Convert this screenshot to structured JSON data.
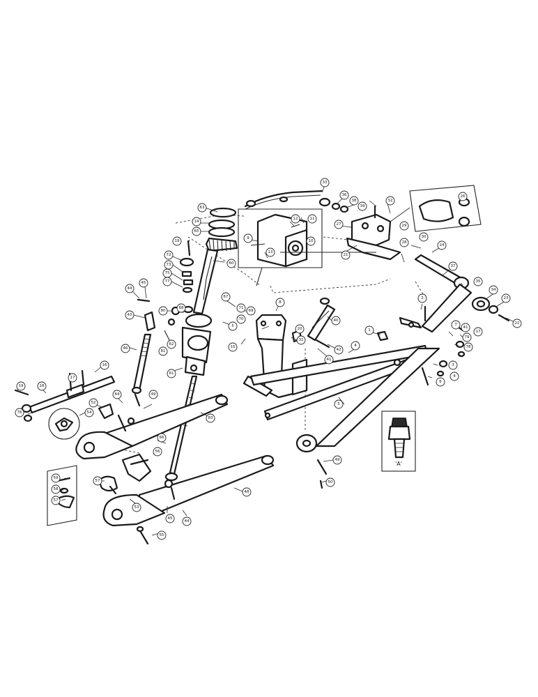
{
  "diagram": {
    "inset_label": "'A'",
    "callouts": [
      {
        "id": "c33",
        "text": "33"
      },
      {
        "id": "c36",
        "text": "36"
      },
      {
        "id": "c38",
        "text": "38"
      },
      {
        "id": "c39",
        "text": "39"
      },
      {
        "id": "c32",
        "text": "32"
      },
      {
        "id": "c26",
        "text": "26"
      },
      {
        "id": "c27",
        "text": "27"
      },
      {
        "id": "c29",
        "text": "29"
      },
      {
        "id": "c28",
        "text": "28"
      },
      {
        "id": "c21",
        "text": "21"
      },
      {
        "id": "c30",
        "text": "30"
      },
      {
        "id": "c24",
        "text": "24"
      },
      {
        "id": "c37",
        "text": "37"
      },
      {
        "id": "c35",
        "text": "35"
      },
      {
        "id": "c34",
        "text": "34"
      },
      {
        "id": "c23",
        "text": "23"
      },
      {
        "id": "c22",
        "text": "22"
      },
      {
        "id": "c2",
        "text": "2"
      },
      {
        "id": "c63",
        "text": "63"
      },
      {
        "id": "c14",
        "text": "14"
      },
      {
        "id": "c65",
        "text": "65"
      },
      {
        "id": "c19",
        "text": "19"
      },
      {
        "id": "c60",
        "text": "60"
      },
      {
        "id": "c9",
        "text": "9"
      },
      {
        "id": "c11",
        "text": "11"
      },
      {
        "id": "c10",
        "text": "10"
      },
      {
        "id": "c12",
        "text": "12"
      },
      {
        "id": "c13",
        "text": "13"
      },
      {
        "id": "c72",
        "text": "72"
      },
      {
        "id": "c73",
        "text": "73"
      },
      {
        "id": "c75",
        "text": "75"
      },
      {
        "id": "c77",
        "text": "77"
      },
      {
        "id": "c44",
        "text": "44"
      },
      {
        "id": "c45",
        "text": "45"
      },
      {
        "id": "c43",
        "text": "43"
      },
      {
        "id": "c80",
        "text": "80"
      },
      {
        "id": "c68",
        "text": "68"
      },
      {
        "id": "c67",
        "text": "67"
      },
      {
        "id": "c5a",
        "text": "5"
      },
      {
        "id": "c69",
        "text": "69"
      },
      {
        "id": "c70",
        "text": "70"
      },
      {
        "id": "c71",
        "text": "71"
      },
      {
        "id": "c62",
        "text": "62"
      },
      {
        "id": "c81",
        "text": "81"
      },
      {
        "id": "c61",
        "text": "61"
      },
      {
        "id": "c46",
        "text": "46"
      },
      {
        "id": "c15",
        "text": "15"
      },
      {
        "id": "c8",
        "text": "8"
      },
      {
        "id": "c20",
        "text": "20"
      },
      {
        "id": "c31",
        "text": "31"
      },
      {
        "id": "c40",
        "text": "40"
      },
      {
        "id": "c42",
        "text": "42"
      },
      {
        "id": "c41a",
        "text": "41"
      },
      {
        "id": "c4",
        "text": "4"
      },
      {
        "id": "c1",
        "text": "1"
      },
      {
        "id": "c7",
        "text": "7"
      },
      {
        "id": "c79",
        "text": "79"
      },
      {
        "id": "c78",
        "text": "78"
      },
      {
        "id": "c41b",
        "text": "41"
      },
      {
        "id": "c17a",
        "text": "17"
      },
      {
        "id": "c3",
        "text": "3"
      },
      {
        "id": "c4b",
        "text": "4"
      },
      {
        "id": "c6",
        "text": "6"
      },
      {
        "id": "c5b",
        "text": "5"
      },
      {
        "id": "c16",
        "text": "16"
      },
      {
        "id": "c19b",
        "text": "19"
      },
      {
        "id": "c18",
        "text": "18"
      },
      {
        "id": "c17b",
        "text": "17"
      },
      {
        "id": "c76",
        "text": "76"
      },
      {
        "id": "c52",
        "text": "52"
      },
      {
        "id": "c64",
        "text": "64"
      },
      {
        "id": "c49a",
        "text": "49"
      },
      {
        "id": "c54",
        "text": "54"
      },
      {
        "id": "c83",
        "text": "83"
      },
      {
        "id": "c66",
        "text": "66"
      },
      {
        "id": "c56",
        "text": "56"
      },
      {
        "id": "c49b",
        "text": "49"
      },
      {
        "id": "c50a",
        "text": "50"
      },
      {
        "id": "c59",
        "text": "59"
      },
      {
        "id": "c58",
        "text": "58"
      },
      {
        "id": "c57a",
        "text": "57"
      },
      {
        "id": "c57b",
        "text": "57"
      },
      {
        "id": "c53",
        "text": "53"
      },
      {
        "id": "c48",
        "text": "48"
      },
      {
        "id": "c45b",
        "text": "45"
      },
      {
        "id": "c44b",
        "text": "44"
      },
      {
        "id": "c55",
        "text": "55"
      }
    ]
  }
}
